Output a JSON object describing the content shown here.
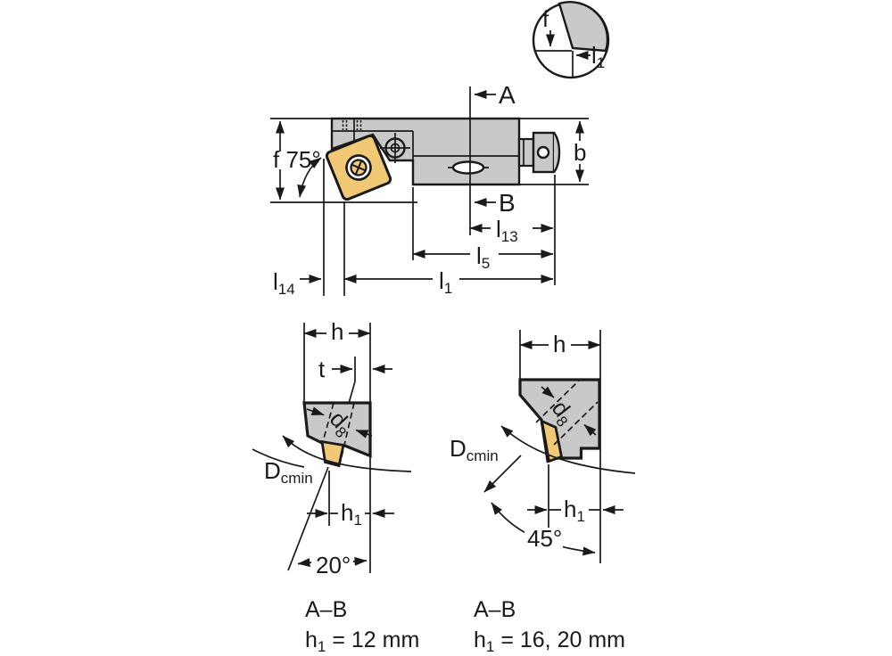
{
  "colors": {
    "body_gray": "#c9c9c9",
    "insert_yellow": "#f1c876",
    "line_color": "#1a1a1a"
  },
  "corner_detail": {
    "f_label": "f",
    "l1": {
      "base": "l",
      "sub": "1"
    }
  },
  "main_view": {
    "section_a": "A",
    "section_b": "B",
    "f_angle": "f 75°",
    "b_label": "b",
    "l13": {
      "base": "l",
      "sub": "13"
    },
    "l5": {
      "base": "l",
      "sub": "5"
    },
    "l1": {
      "base": "l",
      "sub": "1"
    },
    "l14": {
      "base": "l",
      "sub": "14"
    }
  },
  "section_left": {
    "h_label": "h",
    "t_label": "t",
    "d8": {
      "base": "d",
      "sub": "8"
    },
    "dcmin": {
      "base": "D",
      "sub": "cmin"
    },
    "h1": {
      "base": "h",
      "sub": "1"
    },
    "angle": "20°",
    "caption": "A–B",
    "spec": {
      "base": "h",
      "sub": "1",
      "rest": " = 12 mm"
    }
  },
  "section_right": {
    "h_label": "h",
    "d8": {
      "base": "d",
      "sub": "8"
    },
    "dcmin": {
      "base": "D",
      "sub": "cmin"
    },
    "h1": {
      "base": "h",
      "sub": "1"
    },
    "angle": "45°",
    "caption": "A–B",
    "spec": {
      "base": "h",
      "sub": "1",
      "rest": " = 16, 20 mm"
    }
  }
}
